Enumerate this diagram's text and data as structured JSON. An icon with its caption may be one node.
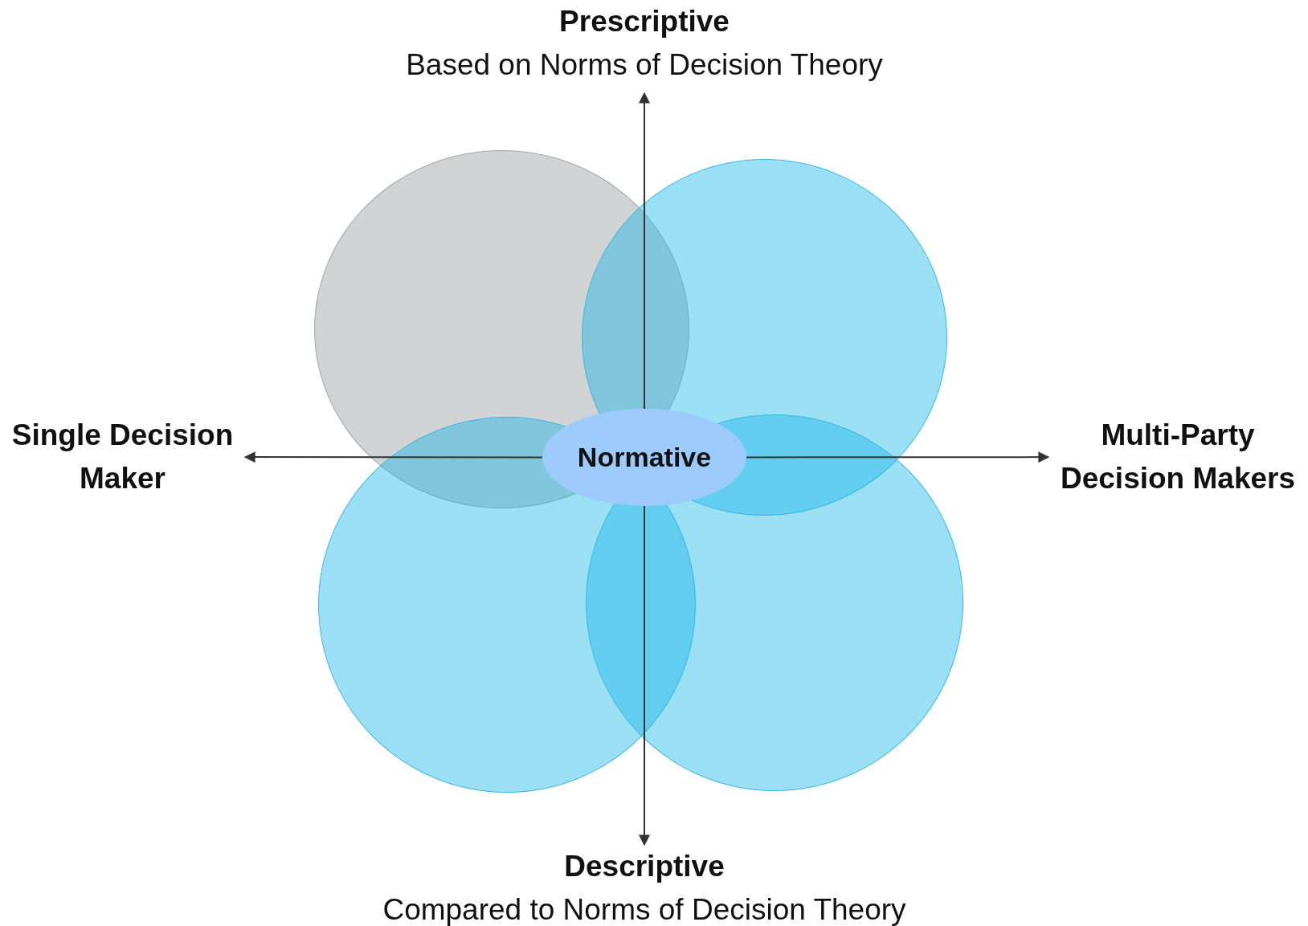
{
  "diagram": {
    "nodes": [
      {
        "text": [
          "Prescriptive",
          "Based on Norms of Decision Theory"
        ]
      },
      {
        "text": [
          "Single Decision Maker"
        ]
      },
      {
        "text": [
          "Normative"
        ]
      },
      {
        "text": [
          "Multi-Party Decision Makers"
        ]
      },
      {
        "text": [
          "Descriptive",
          "Compared to Norms of Decision Theory"
        ]
      }
    ],
    "edges": [
      {
        "from": 2,
        "to": 0,
        "arrow": "to"
      },
      {
        "from": 2,
        "to": 1,
        "arrow": "to"
      },
      {
        "from": 2,
        "to": 3,
        "arrow": "to"
      },
      {
        "from": 2,
        "to": 4,
        "arrow": "to"
      }
    ]
  }
}
